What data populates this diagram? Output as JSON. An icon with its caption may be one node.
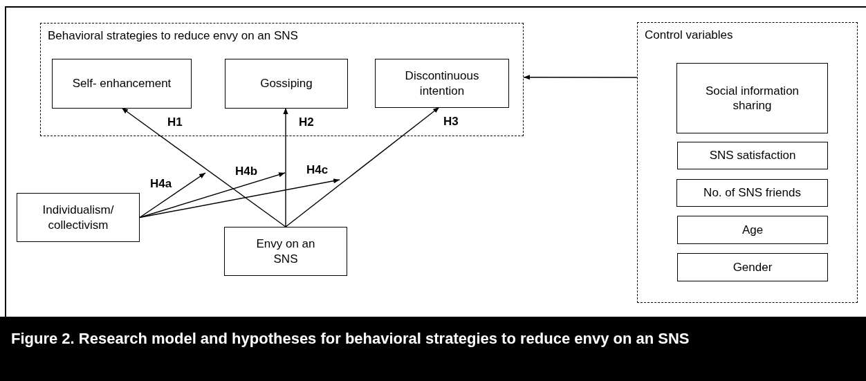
{
  "diagram": {
    "caption": "Figure 2. Research model and hypotheses for behavioral strategies to reduce envy on an SNS",
    "nodes": [
      {
        "text": [
          "Behavioral strategies to reduce envy on an SNS"
        ]
      },
      {
        "text": [
          "Self- enhancement"
        ],
        "in": 0
      },
      {
        "text": [
          "Gossiping"
        ],
        "in": 0
      },
      {
        "text": [
          "Discontinuous intention"
        ],
        "in": 0
      },
      {
        "text": [
          "Individualism/ collectivism"
        ]
      },
      {
        "text": [
          "Envy on an SNS"
        ]
      },
      {
        "text": [
          "Control variables"
        ]
      },
      {
        "text": [
          "Social information sharing"
        ],
        "in": 6
      },
      {
        "text": [
          "SNS satisfaction"
        ],
        "in": 6
      },
      {
        "text": [
          "No. of SNS friends"
        ],
        "in": 6
      },
      {
        "text": [
          "Age"
        ],
        "in": 6
      },
      {
        "text": [
          "Gender"
        ],
        "in": 6
      }
    ],
    "edges": [
      {
        "from": 5,
        "to": 1,
        "arrow": "to",
        "label": "H1"
      },
      {
        "from": 5,
        "to": 2,
        "arrow": "to",
        "label": "H2"
      },
      {
        "from": 5,
        "to": 3,
        "arrow": "to",
        "label": "H3"
      },
      {
        "from": 4,
        "to": null,
        "arrow": "to",
        "label": "H4a"
      },
      {
        "from": 4,
        "to": null,
        "arrow": "to",
        "label": "H4b"
      },
      {
        "from": 4,
        "to": null,
        "arrow": "to",
        "label": "H4c"
      },
      {
        "from": 6,
        "to": 0,
        "arrow": "to"
      }
    ]
  }
}
